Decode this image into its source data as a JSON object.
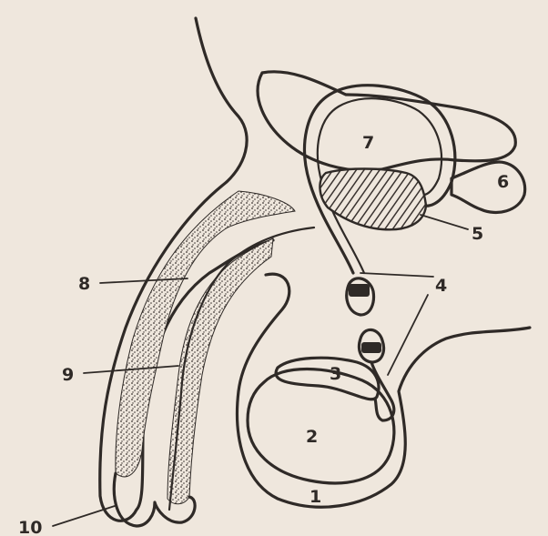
{
  "diagram": {
    "labels": {
      "l1": "1",
      "l2": "2",
      "l3": "3",
      "l4": "4",
      "l5": "5",
      "l6": "6",
      "l7": "7",
      "l8": "8",
      "l9": "9",
      "l10": "10"
    },
    "colors": {
      "paper": "#efe7dd",
      "ink": "#2f2a27",
      "hatch": "#3a3330",
      "stipple": "#3b3431"
    }
  }
}
